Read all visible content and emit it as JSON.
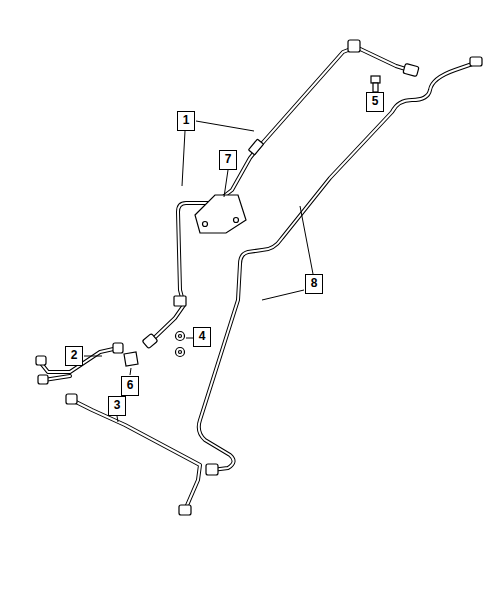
{
  "diagram": {
    "nodes": [
      {
        "text": [
          "5"
        ]
      },
      {
        "text": [
          "1"
        ]
      },
      {
        "text": [
          "7"
        ]
      },
      {
        "text": [
          "8"
        ]
      },
      {
        "text": [
          "4"
        ]
      },
      {
        "text": [
          "2"
        ]
      },
      {
        "text": [
          "6"
        ]
      },
      {
        "text": [
          "3"
        ]
      }
    ]
  }
}
